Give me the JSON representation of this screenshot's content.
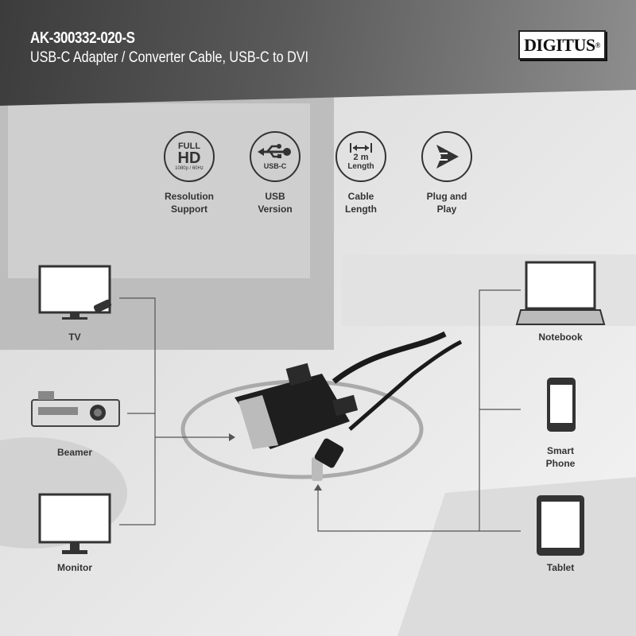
{
  "header": {
    "sku": "AK-300332-020-S",
    "subtitle": "USB-C Adapter / Converter Cable, USB-C to DVI",
    "brand_logo": "DIGITUS"
  },
  "features": [
    {
      "icon": "full-hd-icon",
      "icon_text_top": "FULL",
      "icon_text_main": "HD",
      "icon_text_sub": "1080p / 60Hz",
      "label_1": "Resolution",
      "label_2": "Support"
    },
    {
      "icon": "usb-icon",
      "icon_text_sub": "USB-C",
      "label_1": "USB",
      "label_2": "Version"
    },
    {
      "icon": "cable-length-icon",
      "icon_text_main": "2 m",
      "icon_text_sub": "Length",
      "label_1": "Cable",
      "label_2": "Length"
    },
    {
      "icon": "plug-and-play-icon",
      "label_1": "Plug and",
      "label_2": "Play"
    }
  ],
  "left_devices": [
    {
      "label": "TV"
    },
    {
      "label": "Beamer"
    },
    {
      "label": "Monitor"
    }
  ],
  "right_devices": [
    {
      "label": "Notebook"
    },
    {
      "label_1": "Smart",
      "label_2": "Phone"
    },
    {
      "label": "Tablet"
    }
  ]
}
